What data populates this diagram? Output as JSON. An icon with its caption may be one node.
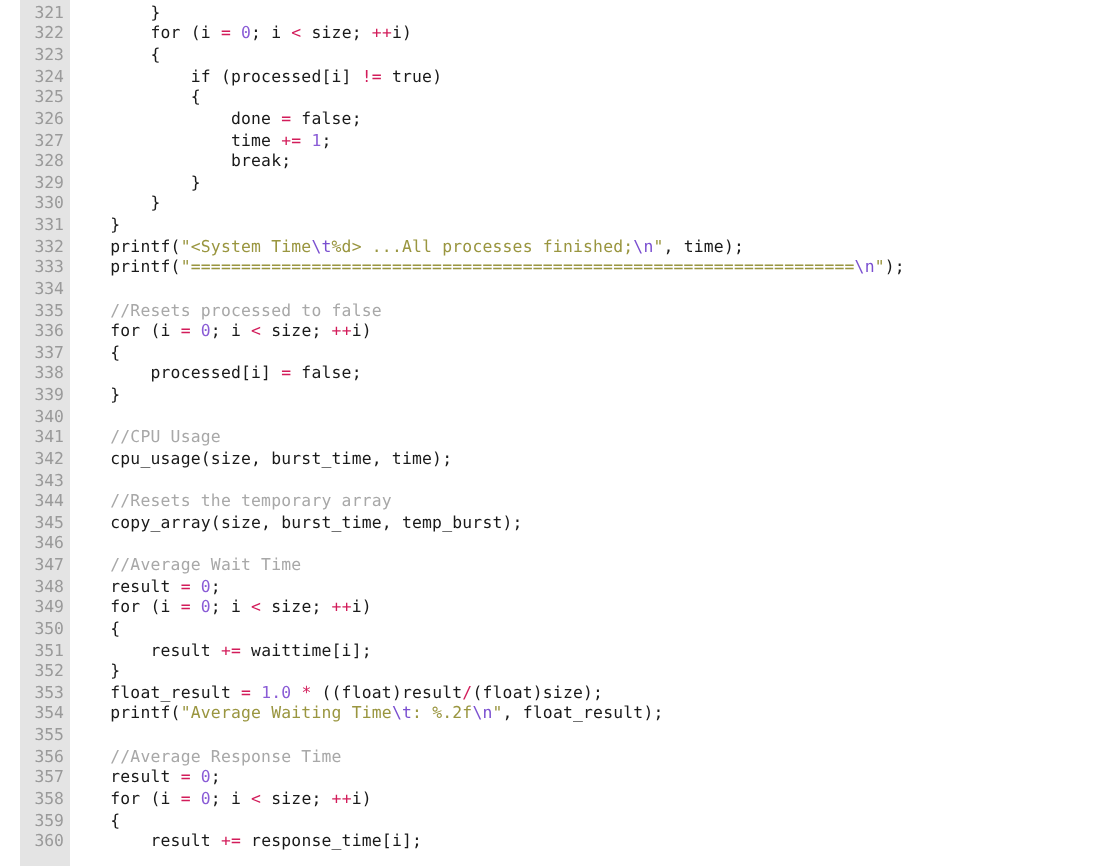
{
  "diagram": {
    "labels": [
      "321",
      "        }",
      "322",
      "        for (i = 0; i < size; ++i)",
      "323",
      "        {",
      "324",
      "            if (processed[i] != true)",
      "325",
      "            {",
      "326",
      "                done = false;",
      "327",
      "                time += 1;",
      "328",
      "                break;",
      "329",
      "            }",
      "330",
      "        }",
      "331",
      "    }",
      "332",
      "    printf(\"<System Time\\t%d> ...All processes finished;\\n\", time);",
      "333",
      "    printf(\"==================================================================\\n\");",
      "334",
      "335",
      "    //Resets processed to false",
      "336",
      "    for (i = 0; i < size; ++i)",
      "337",
      "    {",
      "338",
      "        processed[i] = false;",
      "339",
      "    }",
      "340",
      "341",
      "    //CPU Usage",
      "342",
      "    cpu_usage(size, burst_time, time);",
      "343",
      "344",
      "    //Resets the temporary array",
      "345",
      "    copy_array(size, burst_time, temp_burst);",
      "346",
      "347",
      "    //Average Wait Time",
      "348",
      "    result = 0;",
      "349",
      "    for (i = 0; i < size; ++i)",
      "350",
      "    {",
      "351",
      "        result += waittime[i];",
      "352",
      "    }",
      "353",
      "    float_result = 1.0 * ((float)result/(float)size);",
      "354",
      "    printf(\"Average Waiting Time\\t: %.2f\\n\", float_result);",
      "355",
      "356",
      "    //Average Response Time",
      "357",
      "    result = 0;",
      "358",
      "    for (i = 0; i < size; ++i)",
      "359",
      "    {",
      "360",
      "        result += response_time[i];"
    ]
  }
}
